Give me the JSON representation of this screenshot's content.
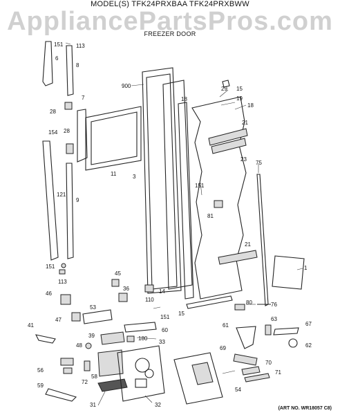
{
  "header": {
    "model_line": "MODEL(S) TFK24PRXBAA  TFK24PRXBWW",
    "watermark": "AppliancePartsPros.com",
    "section_title": "FREEZER DOOR"
  },
  "footer": {
    "art_no": "(ART NO. WR18057 C8)"
  },
  "callouts": [
    "151",
    "113",
    "6",
    "8",
    "7",
    "28",
    "154",
    "28",
    "121",
    "9",
    "151",
    "113",
    "900",
    "29",
    "15",
    "19",
    "18",
    "18",
    "21",
    "23",
    "11",
    "3",
    "75",
    "151",
    "81",
    "21",
    "1",
    "45",
    "36",
    "110",
    "14",
    "80",
    "76",
    "15",
    "46",
    "47",
    "53",
    "151",
    "60",
    "41",
    "39",
    "180",
    "33",
    "61",
    "63",
    "67",
    "48",
    "62",
    "69",
    "56",
    "58",
    "70",
    "72",
    "71",
    "59",
    "54",
    "31",
    "32"
  ]
}
